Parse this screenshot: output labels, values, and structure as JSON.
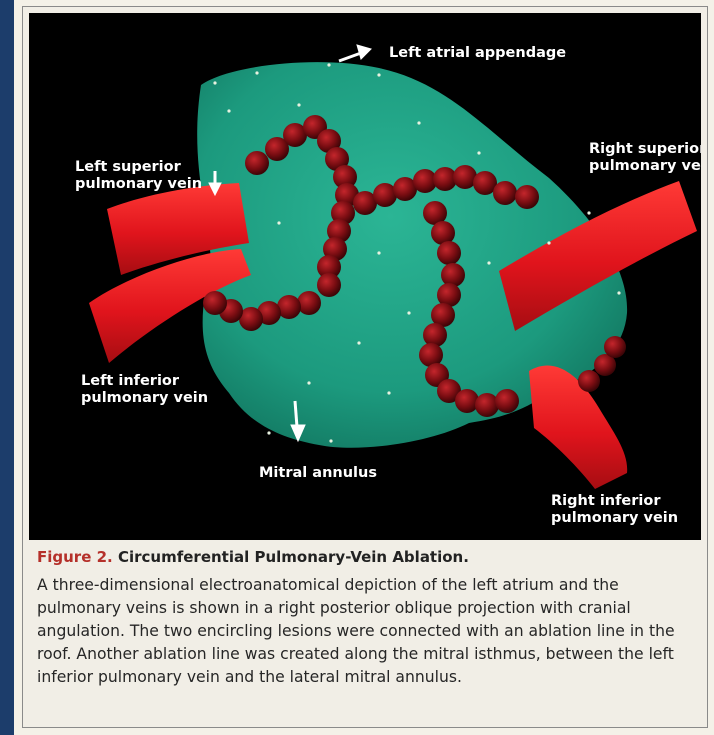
{
  "figure": {
    "label": "Figure 2.",
    "title": "Circumferential Pulmonary-Vein Ablation.",
    "caption": "A three-dimensional electroanatomical depiction of the left atrium and the pulmonary veins is shown in a right posterior oblique projection with cranial angulation. The two encircling lesions were connected with an ablation line in the roof. Another ablation line was created along the mitral isthmus, between the left inferior pulmonary vein and the lateral mitral annulus."
  },
  "annotations": {
    "left_atrial_appendage": "Left atrial appendage",
    "left_superior_1": "Left superior",
    "left_superior_2": "pulmonary vein",
    "right_superior_1": "Right superior",
    "right_superior_2": "pulmonary vein",
    "left_inferior_1": "Left inferior",
    "left_inferior_2": "pulmonary vein",
    "mitral_annulus": "Mitral annulus",
    "right_inferior_1": "Right inferior",
    "right_inferior_2": "pulmonary vein"
  },
  "colors": {
    "atrium": "#1fa083",
    "vein": "#e0141c",
    "lesion": "#7a0d12",
    "background": "#000000",
    "figure_label": "#b5302a"
  }
}
